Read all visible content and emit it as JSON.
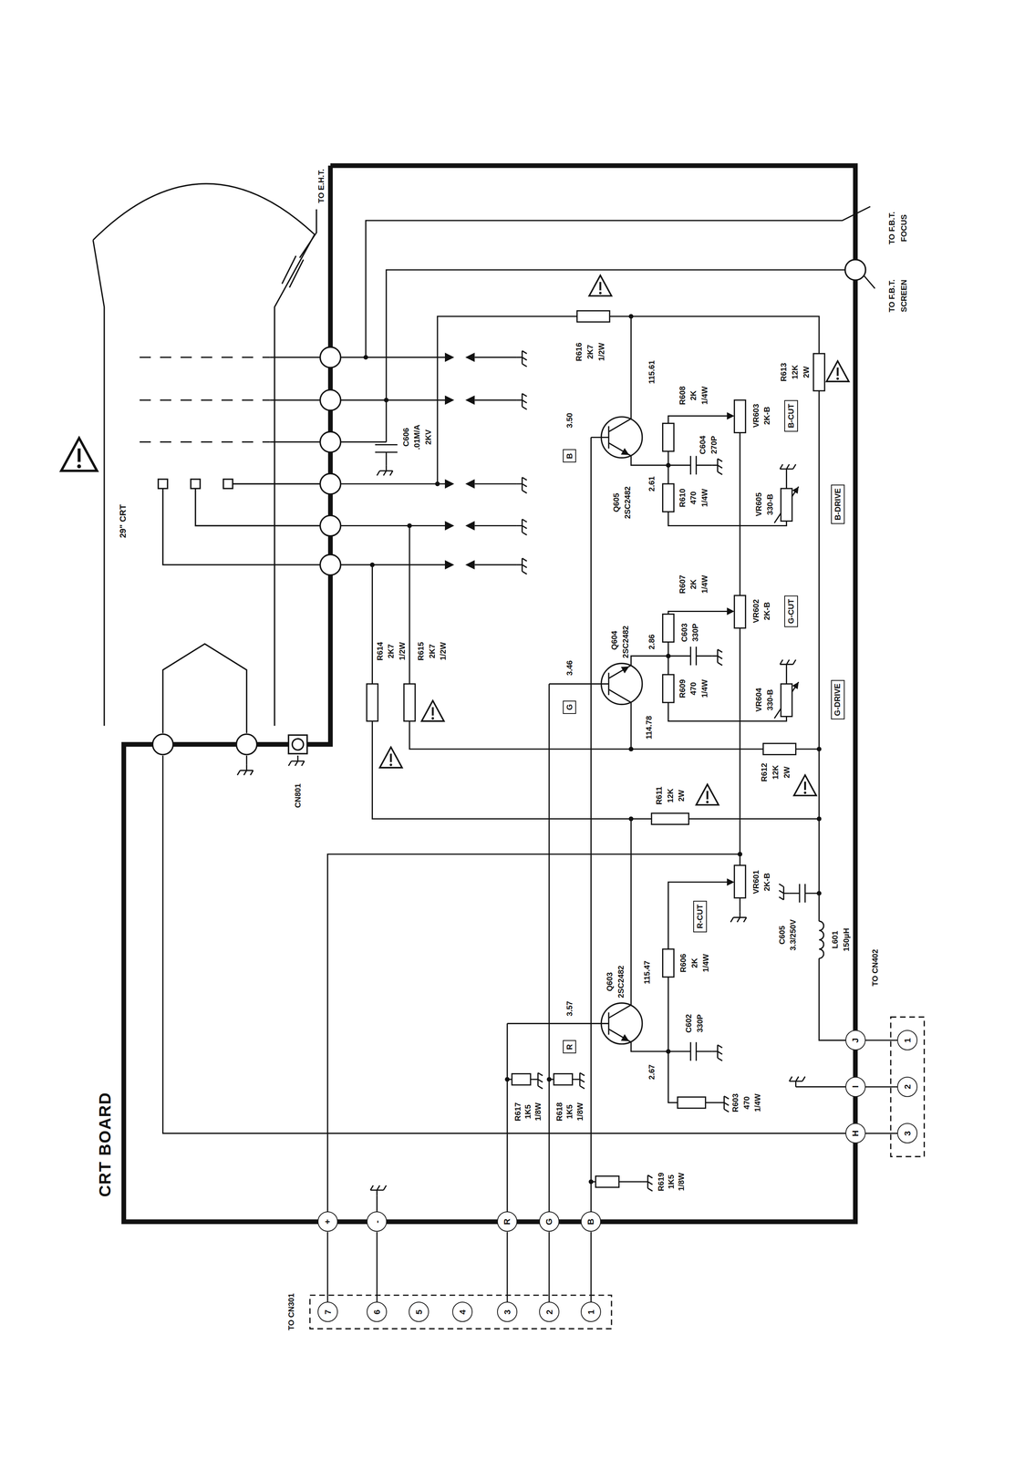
{
  "diagram": {
    "title": "CRT BOARD",
    "nodes": [
      {
        "text": [
          "+"
        ]
      },
      {
        "text": [
          "-"
        ]
      },
      {
        "text": [
          "R"
        ]
      },
      {
        "text": [
          "G"
        ]
      },
      {
        "text": [
          "B"
        ]
      },
      {
        "text": [
          "H"
        ]
      },
      {
        "text": [
          "I"
        ]
      },
      {
        "text": [
          "J"
        ]
      },
      {
        "text": [
          "7"
        ]
      },
      {
        "text": [
          "6"
        ]
      },
      {
        "text": [
          "5"
        ]
      },
      {
        "text": [
          "4"
        ]
      },
      {
        "text": [
          "3"
        ]
      },
      {
        "text": [
          "2"
        ]
      },
      {
        "text": [
          "1"
        ]
      },
      {
        "text": [
          "3"
        ]
      },
      {
        "text": [
          "2"
        ]
      },
      {
        "text": [
          "1"
        ]
      },
      {
        "text": [
          "R"
        ]
      },
      {
        "text": [
          "G"
        ]
      },
      {
        "text": [
          "B"
        ]
      },
      {
        "text": [
          "R-CUT"
        ]
      },
      {
        "text": [
          "G-CUT"
        ]
      },
      {
        "text": [
          "B-CUT"
        ]
      },
      {
        "text": [
          "G-DRIVE"
        ]
      },
      {
        "text": [
          "B-DRIVE"
        ]
      }
    ],
    "edges": [
      {
        "from": 8,
        "to": 0,
        "arrow": "none"
      },
      {
        "from": 9,
        "to": 1,
        "arrow": "none"
      },
      {
        "from": 12,
        "to": 2,
        "arrow": "none"
      },
      {
        "from": 13,
        "to": 3,
        "arrow": "none"
      },
      {
        "from": 14,
        "to": 4,
        "arrow": "none"
      },
      {
        "from": 5,
        "to": 15,
        "arrow": "none"
      },
      {
        "from": 6,
        "to": 16,
        "arrow": "none"
      },
      {
        "from": 7,
        "to": 17,
        "arrow": "none"
      }
    ],
    "labels": [
      "TO CN301",
      "TO CN402",
      "TO E.H.T.",
      "TO F.B.T.",
      "FOCUS",
      "TO F.B.T.",
      "SCREEN",
      "29\" CRT",
      "CN801",
      "R614",
      "2K7",
      "1/2W",
      "R615",
      "2K7",
      "1/2W",
      "R616",
      "2K7",
      "1/2W",
      "C606",
      ".01M/A",
      "2KV",
      "Q605",
      "2SC2482",
      "3.50",
      "2.61",
      "115.61",
      "Q604",
      "2SC2482",
      "3.46",
      "2.86",
      "114.78",
      "Q603",
      "2SC2482",
      "3.57",
      "2.67",
      "115.47",
      "C604",
      "270P",
      "R608",
      "2K",
      "1/4W",
      "R610",
      "470",
      "1/4W",
      "VR603",
      "2K-B",
      "VR605",
      "330-B",
      "R613",
      "12K",
      "2W",
      "C603",
      "330P",
      "R607",
      "2K",
      "1/4W",
      "R609",
      "470",
      "1/4W",
      "VR602",
      "2K-B",
      "VR604",
      "330-B",
      "R612",
      "12K",
      "2W",
      "R611",
      "12K",
      "2W",
      "C602",
      "330P",
      "R606",
      "2K",
      "1/4W",
      "R603",
      "470",
      "1/4W",
      "VR601",
      "2K-B",
      "C605",
      "3.3/250V",
      "L601",
      "150μH",
      "R617",
      "1K5",
      "1/8W",
      "R618",
      "1K5",
      "1/8W",
      "R619",
      "1K5",
      "1/8W"
    ]
  }
}
